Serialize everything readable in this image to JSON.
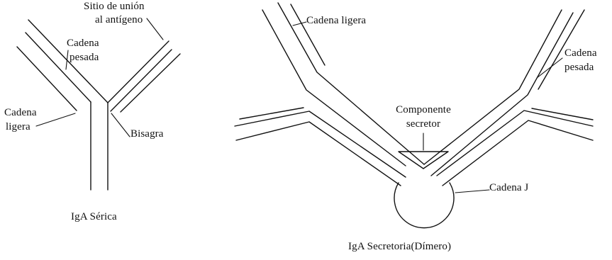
{
  "monomer": {
    "labels": {
      "binding_site_line1": "Sitio de unión",
      "binding_site_line2": "al antígeno",
      "heavy_chain_line1": "Cadena",
      "heavy_chain_line2": "pesada",
      "light_chain_line1": "Cadena",
      "light_chain_line2": "ligera",
      "hinge": "Bisagra"
    },
    "caption": "IgA Sérica"
  },
  "dimer": {
    "labels": {
      "light_chain": "Cadena ligera",
      "heavy_chain_line1": "Cadena",
      "heavy_chain_line2": "pesada",
      "secretory_component_line1": "Componente",
      "secretory_component_line2": "secretor",
      "j_chain": "Cadena J"
    },
    "caption": "IgA Secretoria(Dímero)"
  },
  "colors": {
    "stroke": "#111111",
    "background": "#ffffff"
  }
}
